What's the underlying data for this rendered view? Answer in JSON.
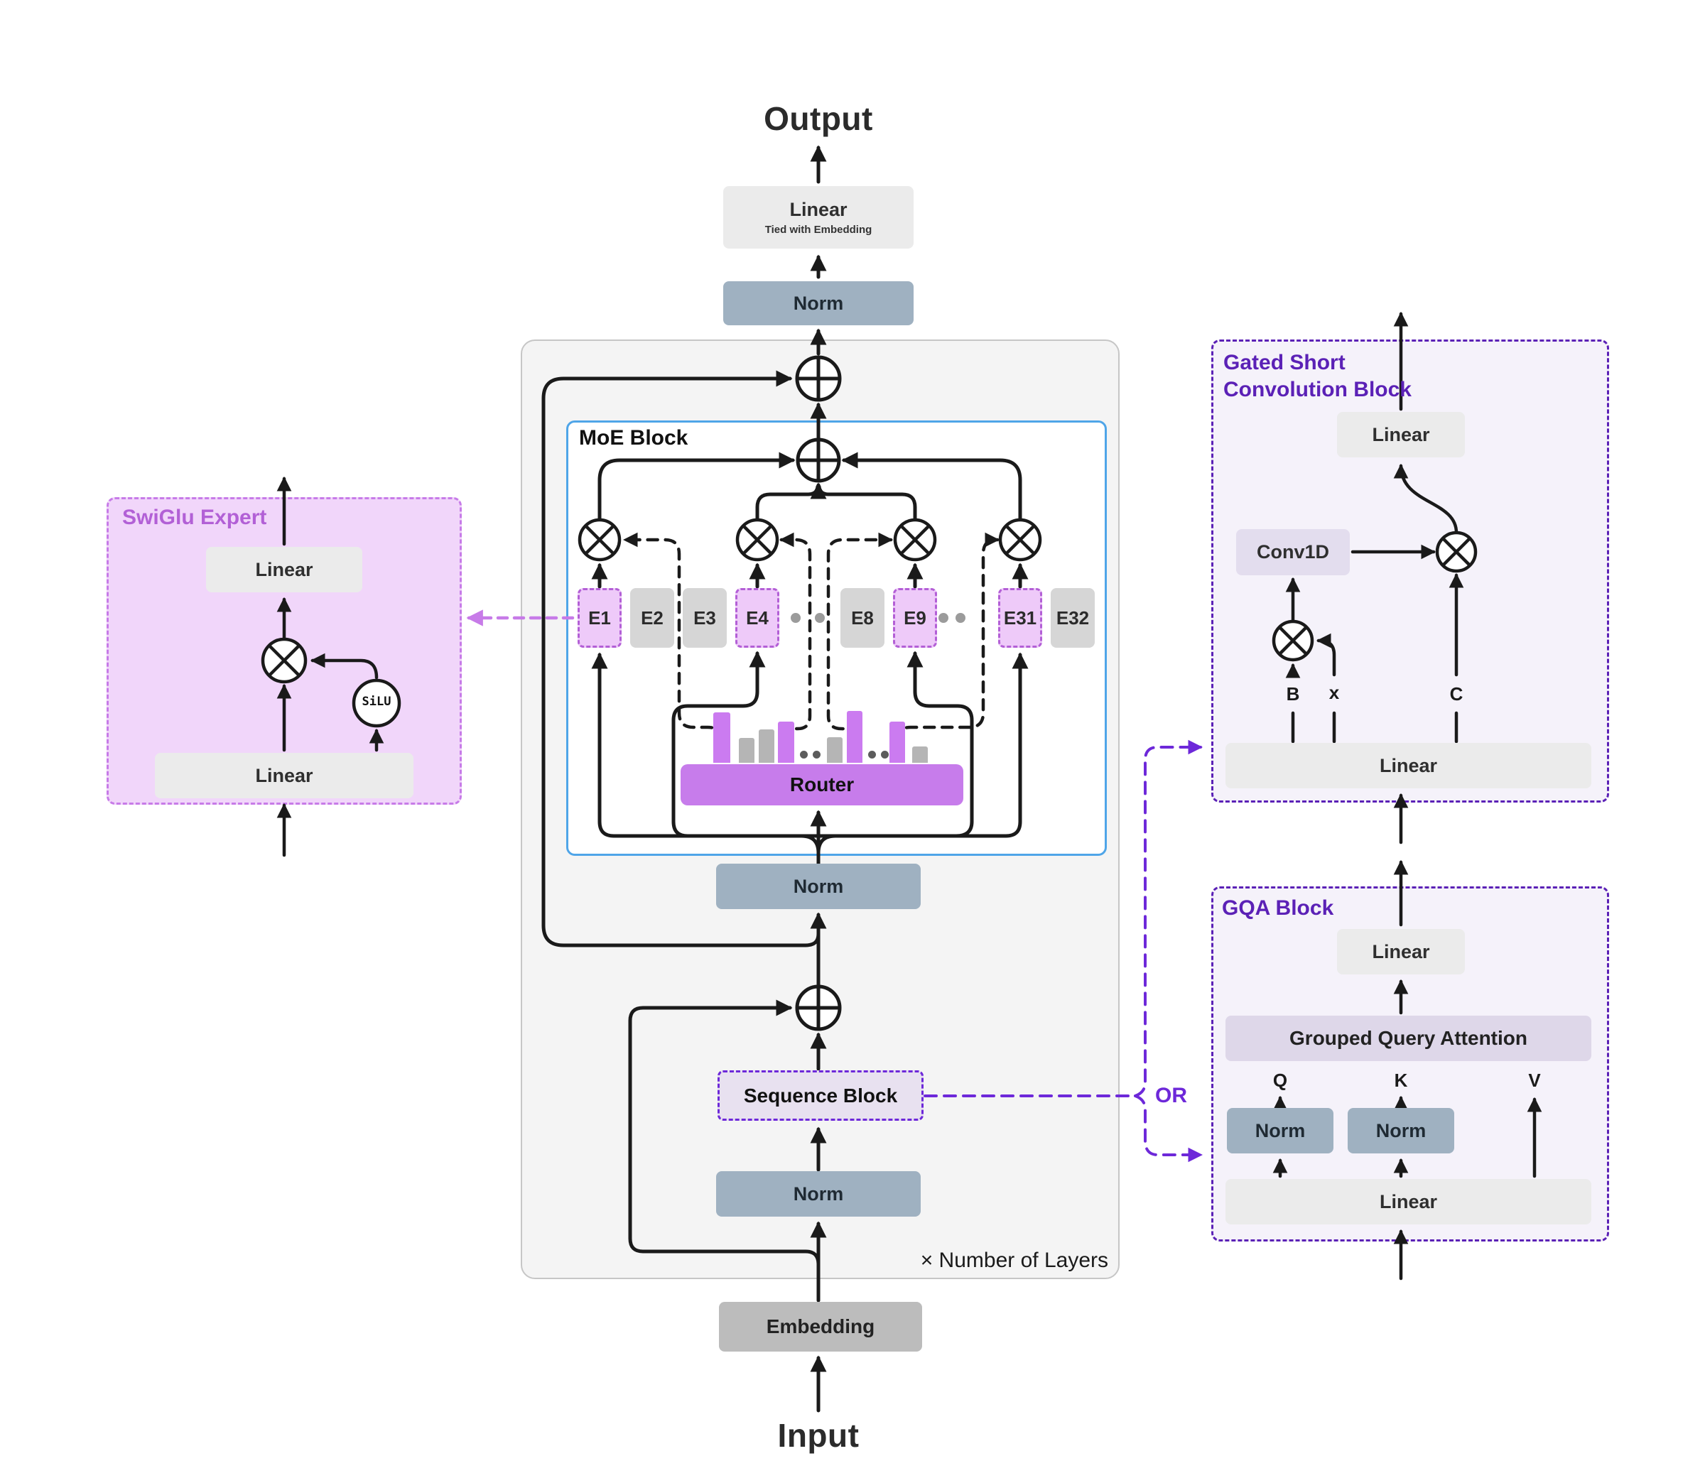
{
  "colors": {
    "accent_blue": "#4fa5e8",
    "router_purple": "#c77ceb",
    "bar_purple": "#cb7bf0",
    "bar_gray": "#b5b5b5",
    "expert_purple": "#eecaf9",
    "expert_border": "#b35fd6",
    "norm_gray_blue": "#9fb1c1",
    "deep_purple": "#5b21b6",
    "connector_purple": "#6d28d9",
    "swiglu_purple": "#c77be8"
  },
  "top": {
    "output": "Output",
    "linear": "Linear",
    "linear_sub": "Tied with Embedding",
    "norm": "Norm"
  },
  "layer": {
    "repeat": "× Number of Layers",
    "norm_mid": "Norm",
    "sequence_block": "Sequence Block",
    "norm_bottom": "Norm",
    "embedding": "Embedding"
  },
  "bottom": {
    "input": "Input"
  },
  "moe": {
    "title": "MoE Block",
    "router": "Router",
    "experts": [
      {
        "label": "E1",
        "type": "active"
      },
      {
        "label": "E2",
        "type": "inactive"
      },
      {
        "label": "E3",
        "type": "inactive"
      },
      {
        "label": "E4",
        "type": "active"
      },
      {
        "label": "E8",
        "type": "inactive"
      },
      {
        "label": "E9",
        "type": "active"
      },
      {
        "label": "E31",
        "type": "active"
      },
      {
        "label": "E32",
        "type": "inactive"
      }
    ],
    "bars": [
      {
        "value": "high",
        "selected": true,
        "css": "height:71px;background:#cb7bf0"
      },
      {
        "value": "low",
        "selected": false,
        "css": "height:35px;background:#b5b5b5"
      },
      {
        "value": "medium",
        "selected": false,
        "css": "height:47px;background:#b5b5b5"
      },
      {
        "value": "high",
        "selected": true,
        "css": "height:58px;background:#cb7bf0"
      },
      {
        "value": "medium",
        "selected": false,
        "css": "height:36px;background:#b5b5b5"
      },
      {
        "value": "highest",
        "selected": true,
        "css": "height:73px;background:#cb7bf0"
      },
      {
        "value": "high",
        "selected": true,
        "css": "height:58px;background:#cb7bf0"
      },
      {
        "value": "lowest",
        "selected": false,
        "css": "height:23px;background:#b5b5b5"
      }
    ]
  },
  "swiglu": {
    "title": "SwiGlu Expert",
    "linear_top": "Linear",
    "silu": "SiLU",
    "linear_bottom": "Linear"
  },
  "gated": {
    "title": "Gated Short\nConvolution Block",
    "linear_top": "Linear",
    "conv1d": "Conv1D",
    "b": "B",
    "x": "x",
    "c": "C",
    "linear_bottom": "Linear"
  },
  "gqa": {
    "title": "GQA Block",
    "linear_top": "Linear",
    "attention": "Grouped Query Attention",
    "q": "Q",
    "k": "K",
    "v": "V",
    "norm_q": "Norm",
    "norm_k": "Norm",
    "linear_bottom": "Linear"
  },
  "connector": {
    "or": "OR"
  }
}
